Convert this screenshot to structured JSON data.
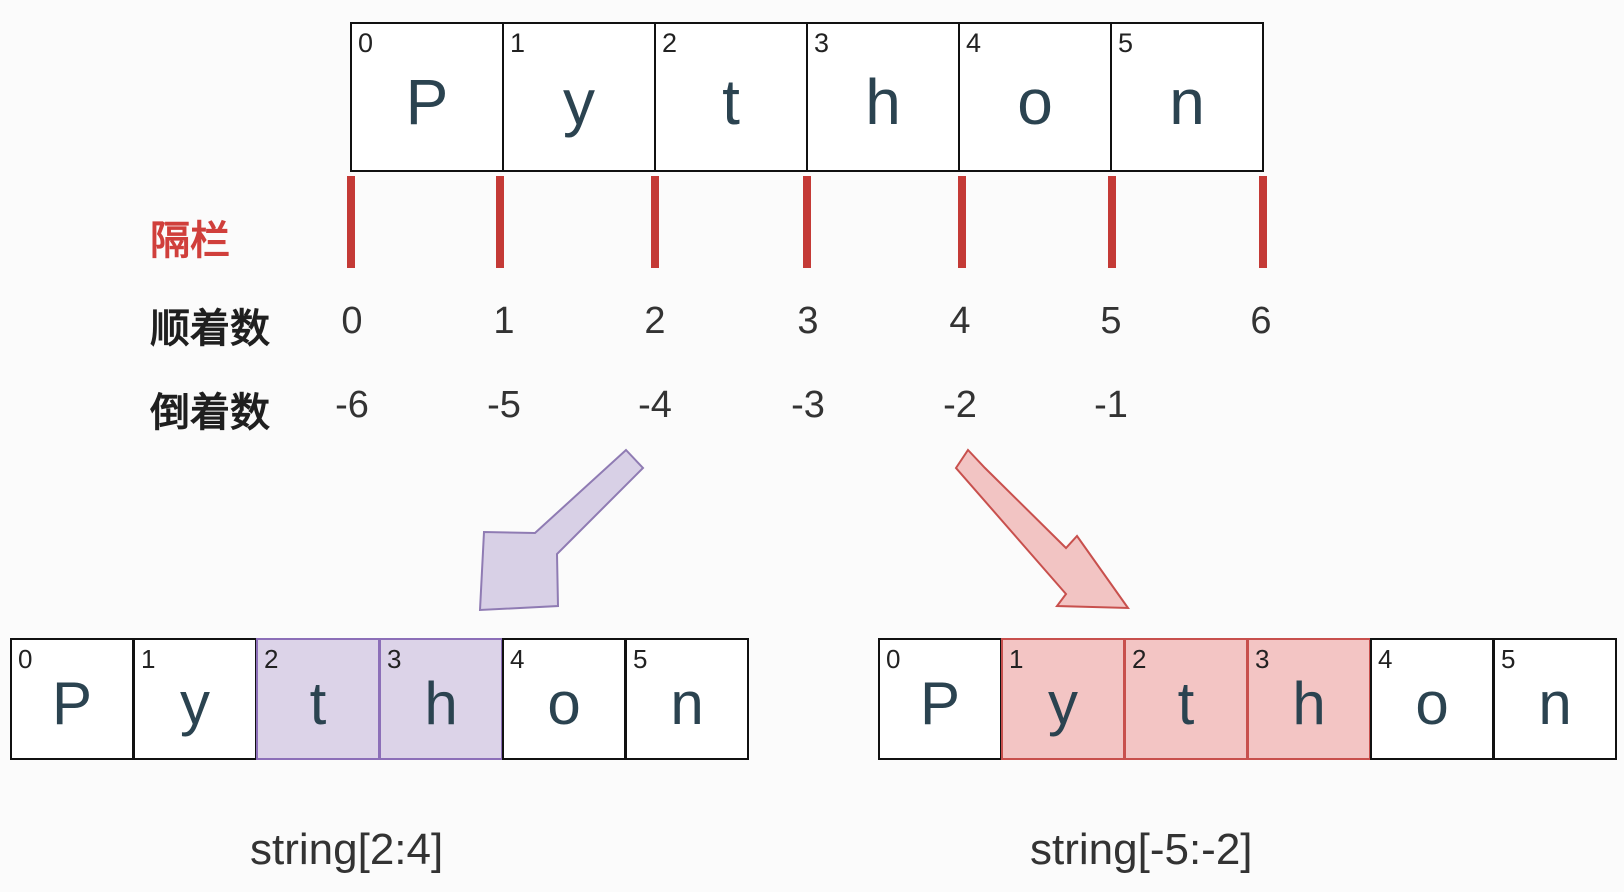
{
  "labels": {
    "separator": "隔栏",
    "forward": "顺着数",
    "backward": "倒着数"
  },
  "top_cells": [
    {
      "index": "0",
      "char": "P"
    },
    {
      "index": "1",
      "char": "y"
    },
    {
      "index": "2",
      "char": "t"
    },
    {
      "index": "3",
      "char": "h"
    },
    {
      "index": "4",
      "char": "o"
    },
    {
      "index": "5",
      "char": "n"
    }
  ],
  "forward_numbers": [
    "0",
    "1",
    "2",
    "3",
    "4",
    "5",
    "6"
  ],
  "backward_numbers": [
    "-6",
    "-5",
    "-4",
    "-3",
    "-2",
    "-1"
  ],
  "left_slice": {
    "caption": "string[2:4]",
    "highlight_color": "#dcd3e8",
    "cells": [
      {
        "index": "0",
        "char": "P",
        "highlighted": false
      },
      {
        "index": "1",
        "char": "y",
        "highlighted": false
      },
      {
        "index": "2",
        "char": "t",
        "highlighted": true
      },
      {
        "index": "3",
        "char": "h",
        "highlighted": true
      },
      {
        "index": "4",
        "char": "o",
        "highlighted": false
      },
      {
        "index": "5",
        "char": "n",
        "highlighted": false
      }
    ]
  },
  "right_slice": {
    "caption": "string[-5:-2]",
    "highlight_color": "#f3c5c4",
    "cells": [
      {
        "index": "0",
        "char": "P",
        "highlighted": false
      },
      {
        "index": "1",
        "char": "y",
        "highlighted": true
      },
      {
        "index": "2",
        "char": "t",
        "highlighted": true
      },
      {
        "index": "3",
        "char": "h",
        "highlighted": true
      },
      {
        "index": "4",
        "char": "o",
        "highlighted": false
      },
      {
        "index": "5",
        "char": "n",
        "highlighted": false
      }
    ]
  },
  "colors": {
    "separator_bar": "#c43a36",
    "purple_arrow": "#d8d0e6",
    "red_arrow": "#f2c4c3"
  }
}
